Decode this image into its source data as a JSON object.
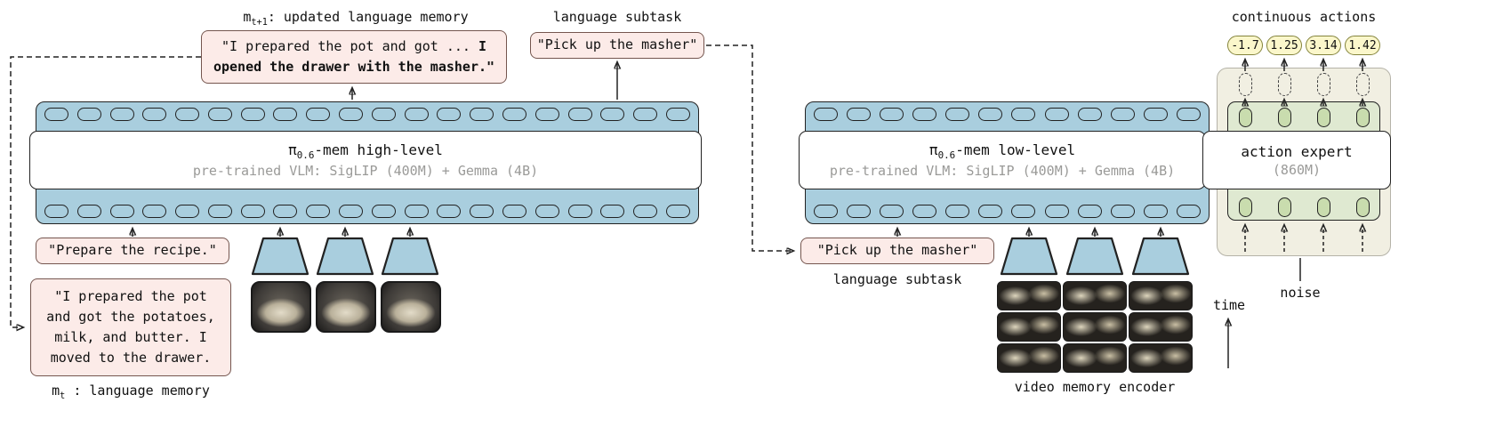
{
  "colors": {
    "token_blue": "#a9cede",
    "memory_pink": "#fcebe8",
    "action_yellow": "#fbf7cb",
    "expert_green": "#dfe9d1",
    "panel_beige": "#f1efe2"
  },
  "left": {
    "updated_memory": {
      "label_main": "m",
      "label_sub": "t+1",
      "label_rest": ": updated language memory",
      "text_normal": "\"I prepared the pot and got ... ",
      "text_bold": "I opened the drawer with the masher.\""
    },
    "subtask": {
      "label": "language subtask",
      "text": "\"Pick up the masher\""
    },
    "model": {
      "title_pi": "π",
      "title_sub": "0.6",
      "title_rest": "-mem high-level",
      "subtitle": "pre-trained VLM: SigLIP (400M) + Gemma (4B)"
    },
    "prompt": "\"Prepare the recipe.\"",
    "memory": {
      "text": "\"I prepared the pot\nand got the potatoes,\nmilk, and butter. I\nmoved to the drawer.",
      "label_main": "m",
      "label_sub": "t",
      "label_rest": " : language memory"
    }
  },
  "right": {
    "model": {
      "title_pi": "π",
      "title_sub": "0.6",
      "title_rest": "-mem low-level",
      "subtitle": "pre-trained VLM: SigLIP (400M) + Gemma (4B)"
    },
    "subtask": {
      "text": "\"Pick up the masher\"",
      "label": "language subtask"
    },
    "video_encoder_label": "video memory encoder",
    "time_label": "time",
    "action_expert": {
      "title": "action expert",
      "subtitle": "(860M)"
    },
    "actions": {
      "label": "continuous actions",
      "values": [
        "-1.7",
        "1.25",
        "3.14",
        "1.42"
      ]
    },
    "noise_label": "noise"
  }
}
